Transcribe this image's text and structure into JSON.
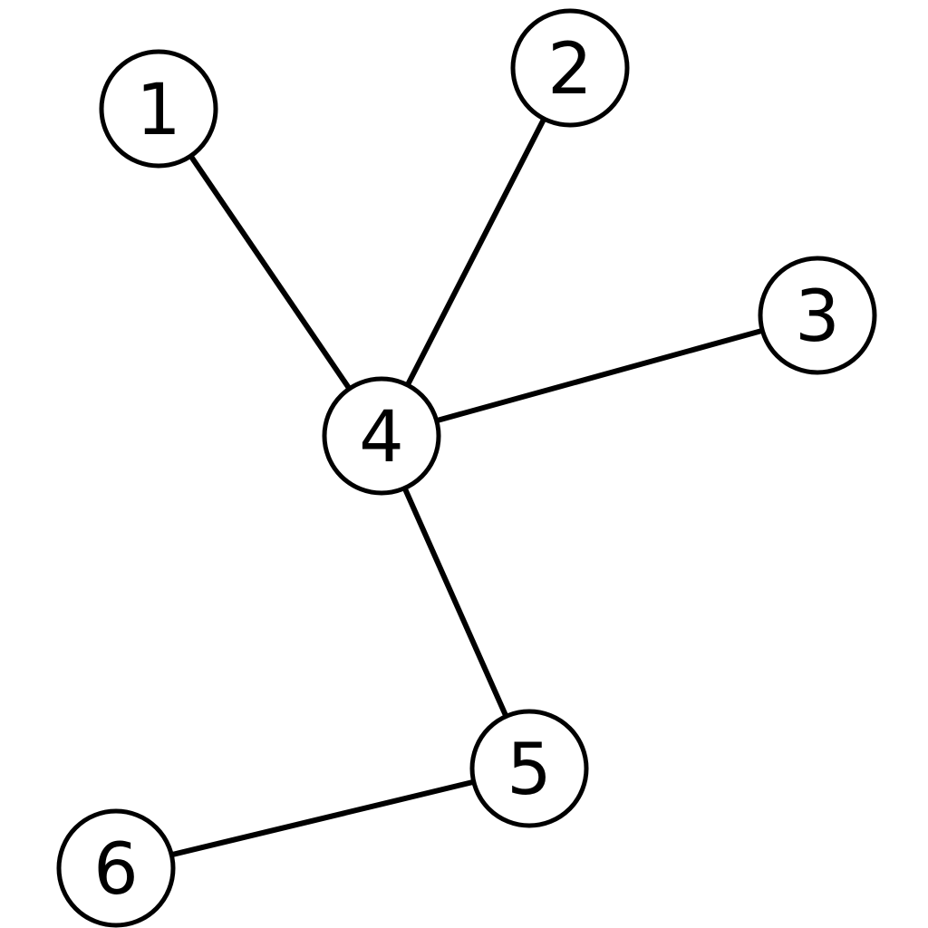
{
  "graph": {
    "nodes": [
      {
        "id": "1",
        "label": "1"
      },
      {
        "id": "2",
        "label": "2"
      },
      {
        "id": "3",
        "label": "3"
      },
      {
        "id": "4",
        "label": "4"
      },
      {
        "id": "5",
        "label": "5"
      },
      {
        "id": "6",
        "label": "6"
      }
    ],
    "edges": [
      {
        "source": "1",
        "target": "4"
      },
      {
        "source": "2",
        "target": "4"
      },
      {
        "source": "3",
        "target": "4"
      },
      {
        "source": "4",
        "target": "5"
      },
      {
        "source": "5",
        "target": "6"
      }
    ],
    "colors": {
      "stroke": "#000000",
      "fill": "#ffffff"
    }
  }
}
